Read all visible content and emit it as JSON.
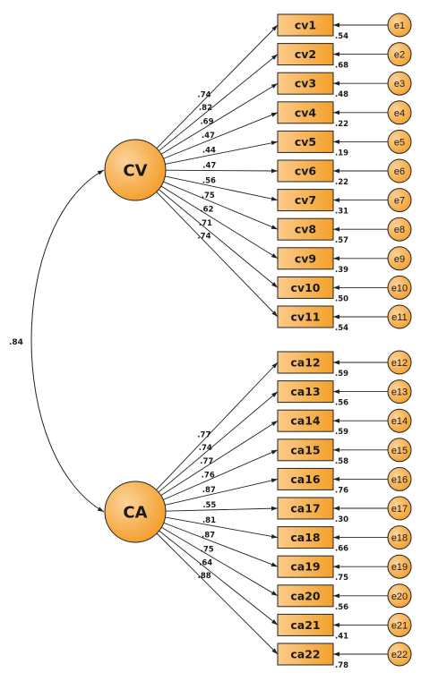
{
  "colors": {
    "fill_light": "#fbc37a",
    "fill_dark": "#f4a32c",
    "stroke": "#222222",
    "background": "#ffffff"
  },
  "correlation": ".84",
  "latents": [
    {
      "name": "CV",
      "indicators": [
        {
          "label": "cv1",
          "error": "e1",
          "loading": ".74",
          "r2": ".54"
        },
        {
          "label": "cv2",
          "error": "e2",
          "loading": ".82",
          "r2": ".68"
        },
        {
          "label": "cv3",
          "error": "e3",
          "loading": ".69",
          "r2": ".48"
        },
        {
          "label": "cv4",
          "error": "e4",
          "loading": ".47",
          "r2": ".22"
        },
        {
          "label": "cv5",
          "error": "e5",
          "loading": ".44",
          "r2": ".19"
        },
        {
          "label": "cv6",
          "error": "e6",
          "loading": ".47",
          "r2": ".22"
        },
        {
          "label": "cv7",
          "error": "e7",
          "loading": ".56",
          "r2": ".31"
        },
        {
          "label": "cv8",
          "error": "e8",
          "loading": ".75",
          "r2": ".57"
        },
        {
          "label": "cv9",
          "error": "e9",
          "loading": ".62",
          "r2": ".39"
        },
        {
          "label": "cv10",
          "error": "e10",
          "loading": ".71",
          "r2": ".50"
        },
        {
          "label": "cv11",
          "error": "e11",
          "loading": ".74",
          "r2": ".54"
        }
      ]
    },
    {
      "name": "CA",
      "indicators": [
        {
          "label": "ca12",
          "error": "e12",
          "loading": ".77",
          "r2": ".59"
        },
        {
          "label": "ca13",
          "error": "e13",
          "loading": ".74",
          "r2": ".56"
        },
        {
          "label": "ca14",
          "error": "e14",
          "loading": ".77",
          "r2": ".59"
        },
        {
          "label": "ca15",
          "error": "e15",
          "loading": ".76",
          "r2": ".58"
        },
        {
          "label": "ca16",
          "error": "e16",
          "loading": ".87",
          "r2": ".76"
        },
        {
          "label": "ca17",
          "error": "e17",
          "loading": ".55",
          "r2": ".30"
        },
        {
          "label": "ca18",
          "error": "e18",
          "loading": ".81",
          "r2": ".66"
        },
        {
          "label": "ca19",
          "error": "e19",
          "loading": ".87",
          "r2": ".75"
        },
        {
          "label": "ca20",
          "error": "e20",
          "loading": ".75",
          "r2": ".56"
        },
        {
          "label": "ca21",
          "error": "e21",
          "loading": ".64",
          "r2": ".41"
        },
        {
          "label": "ca22",
          "error": "e22",
          "loading": ".88",
          "r2": ".78"
        }
      ]
    }
  ]
}
